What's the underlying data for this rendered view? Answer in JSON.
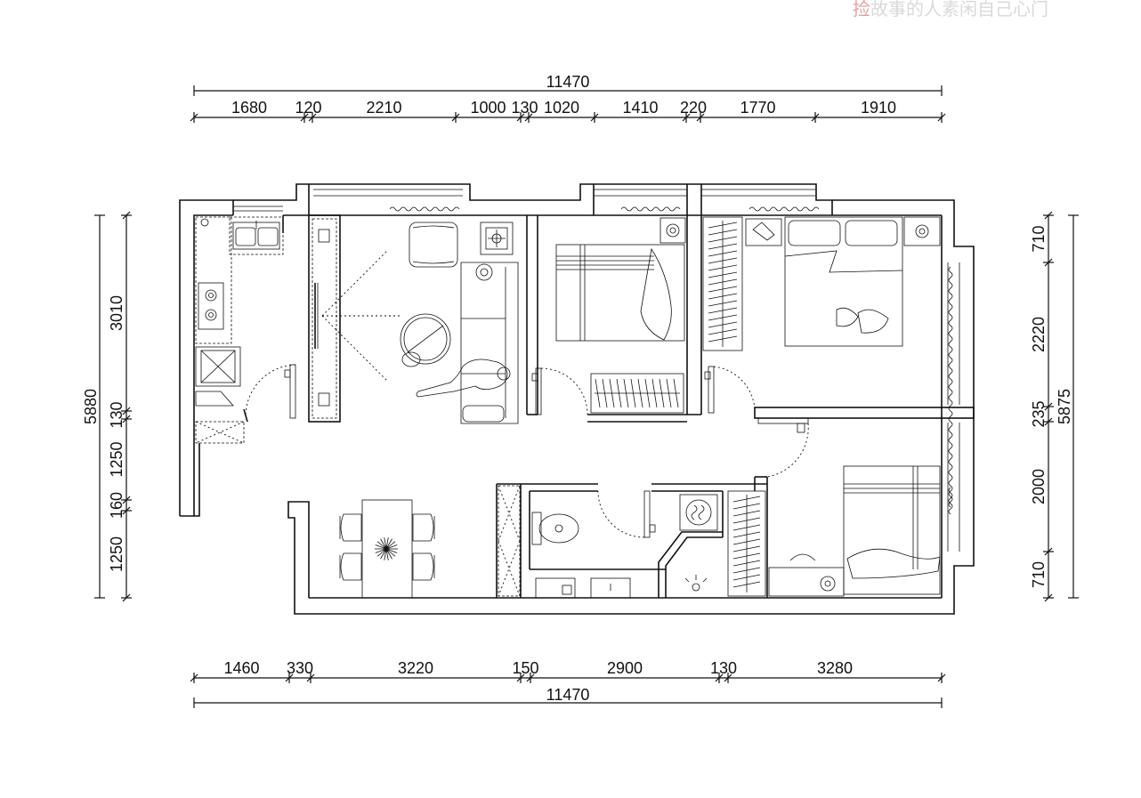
{
  "watermark": {
    "first_char": "捡",
    "rest": "故事的人素闲自己心门"
  },
  "dimensions": {
    "top_total": "11470",
    "top_segments": [
      "1680",
      "120",
      "2210",
      "1000",
      "130",
      "1020",
      "1410",
      "220",
      "1770",
      "1910"
    ],
    "bottom_segments": [
      "1460",
      "330",
      "3220",
      "150",
      "2900",
      "130",
      "3280"
    ],
    "bottom_total": "11470",
    "left_total": "5880",
    "left_segments": [
      "3010",
      "130",
      "1250",
      "160",
      "1250"
    ],
    "right_total": "5875",
    "right_segments": [
      "710",
      "2220",
      "235",
      "2000",
      "710"
    ]
  }
}
